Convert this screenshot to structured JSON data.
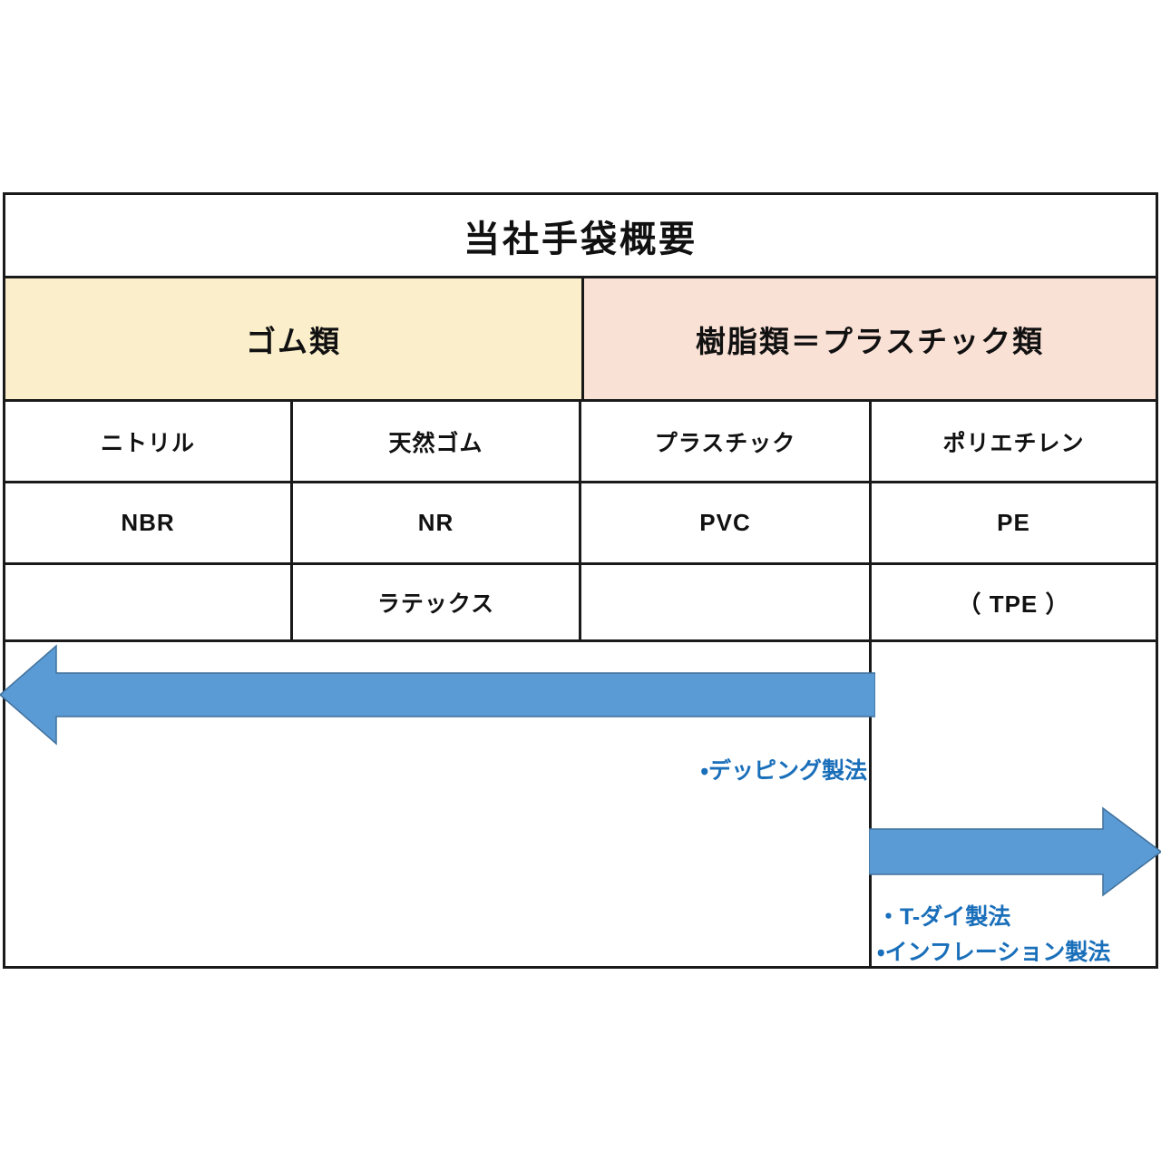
{
  "document": {
    "title": "当社手袋概要"
  },
  "categories": [
    {
      "label": "ゴム類",
      "color": "#faeecb",
      "name": "rubber"
    },
    {
      "label": "樹脂類＝プラスチック類",
      "color": "#fae1d6",
      "name": "resin"
    }
  ],
  "columns": [
    {
      "material_jp": "ニトリル",
      "abbrev": "NBR",
      "alt": ""
    },
    {
      "material_jp": "天然ゴム",
      "abbrev": "NR",
      "alt": "ラテックス"
    },
    {
      "material_jp": "プラスチック",
      "abbrev": "PVC",
      "alt": ""
    },
    {
      "material_jp": "ポリエチレン",
      "abbrev": "PE",
      "alt": "（ TPE ）"
    }
  ],
  "process": {
    "arrow_color": "#5b9bd5",
    "arrow_border": "#41719c",
    "text_color": "#1a6fba",
    "left_arrow": {
      "name": "dipping-process-arrow",
      "direction": "left"
    },
    "right_arrow": {
      "name": "extrusion-process-arrow",
      "direction": "right"
    },
    "annotations": {
      "dipping": "・デッピング製法",
      "t_die": "・T-ダイ製法",
      "inflation": "・インフレーション製法"
    }
  }
}
